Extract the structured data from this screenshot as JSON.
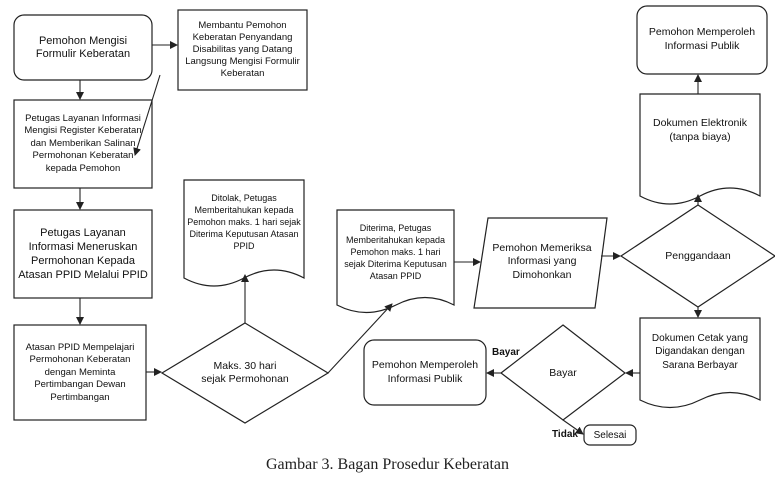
{
  "nodes": {
    "pemohon_mengisi": "Pemohon Mengisi Formulir Keberatan",
    "membantu_pemohon": "Membantu Pemohon Keberatan Penyandang Disabilitas yang Datang Langsung Mengisi Formulir Keberatan",
    "petugas_register": "Petugas Layanan Informasi Mengisi Register Keberatan dan Memberikan Salinan Permohonan Keberatan kepada Pemohon",
    "petugas_meneruskan": "Petugas Layanan Informasi Meneruskan Permohonan Kepada Atasan PPID Melalui PPID",
    "atasan_ppid": "Atasan PPID Mempelajari Permohonan Keberatan dengan Meminta Pertimbangan Dewan Pertimbangan",
    "maks_30": "Maks. 30 hari sejak Permohonan",
    "ditolak": "Ditolak, Petugas Memberitahukan kepada Pemohon maks. 1 hari sejak Diterima Keputusan Atasan PPID",
    "diterima": "Diterima, Petugas Memberitahukan kepada Pemohon maks. 1 hari sejak Diterima Keputusan Atasan PPID",
    "pemohon_memeriksa": "Pemohon Memeriksa Informasi yang Dimohonkan",
    "penggandaan": "Penggandaan",
    "dokumen_elektronik": "Dokumen Elektronik (tanpa biaya)",
    "pemohon_memperoleh_top": "Pemohon Memperoleh Informasi Publik",
    "dokumen_cetak": "Dokumen Cetak yang Digandakan dengan Sarana Berbayar",
    "bayar": "Bayar",
    "pemohon_memperoleh_bottom": "Pemohon Memperoleh Informasi Publik",
    "selesai": "Selesai"
  },
  "edge_labels": {
    "bayar_yes": "Bayar",
    "bayar_no": "Tidak"
  },
  "caption": "Gambar 3.   Bagan Prosedur Keberatan"
}
